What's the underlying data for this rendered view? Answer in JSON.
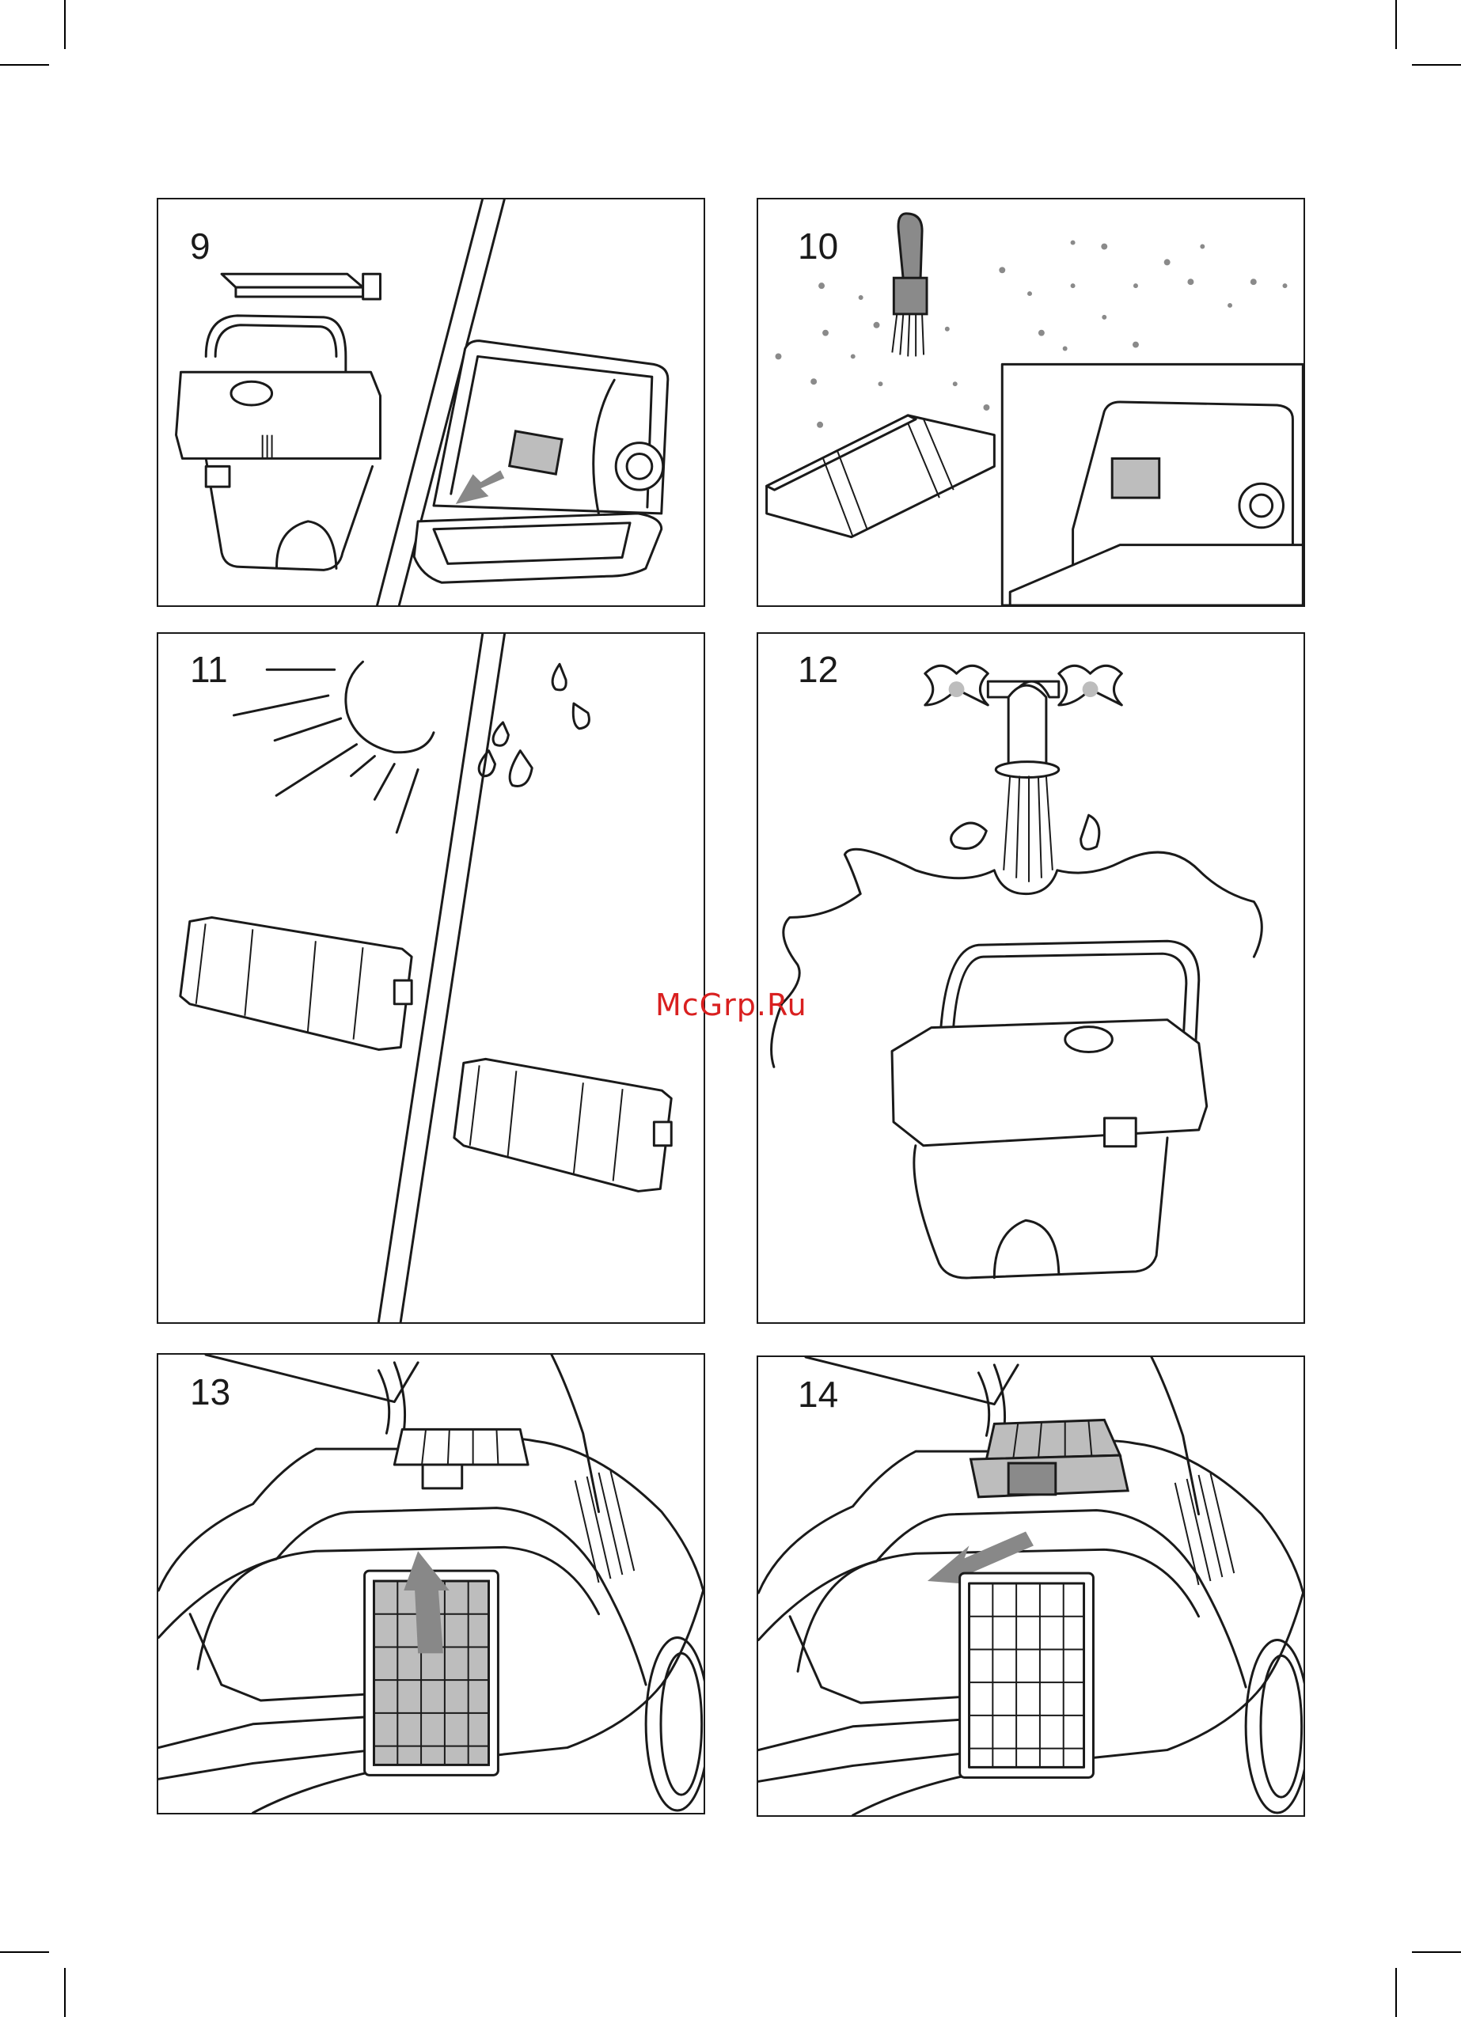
{
  "steps": {
    "s9": {
      "number": "9"
    },
    "s10": {
      "number": "10"
    },
    "s11": {
      "number": "11"
    },
    "s12": {
      "number": "12"
    },
    "s13": {
      "number": "13"
    },
    "s14": {
      "number": "14"
    }
  },
  "watermark": {
    "text": "McGrp.Ru"
  },
  "colors": {
    "line": "#1a1a1a",
    "arrow": "#888888",
    "watermark": "#d92020"
  }
}
